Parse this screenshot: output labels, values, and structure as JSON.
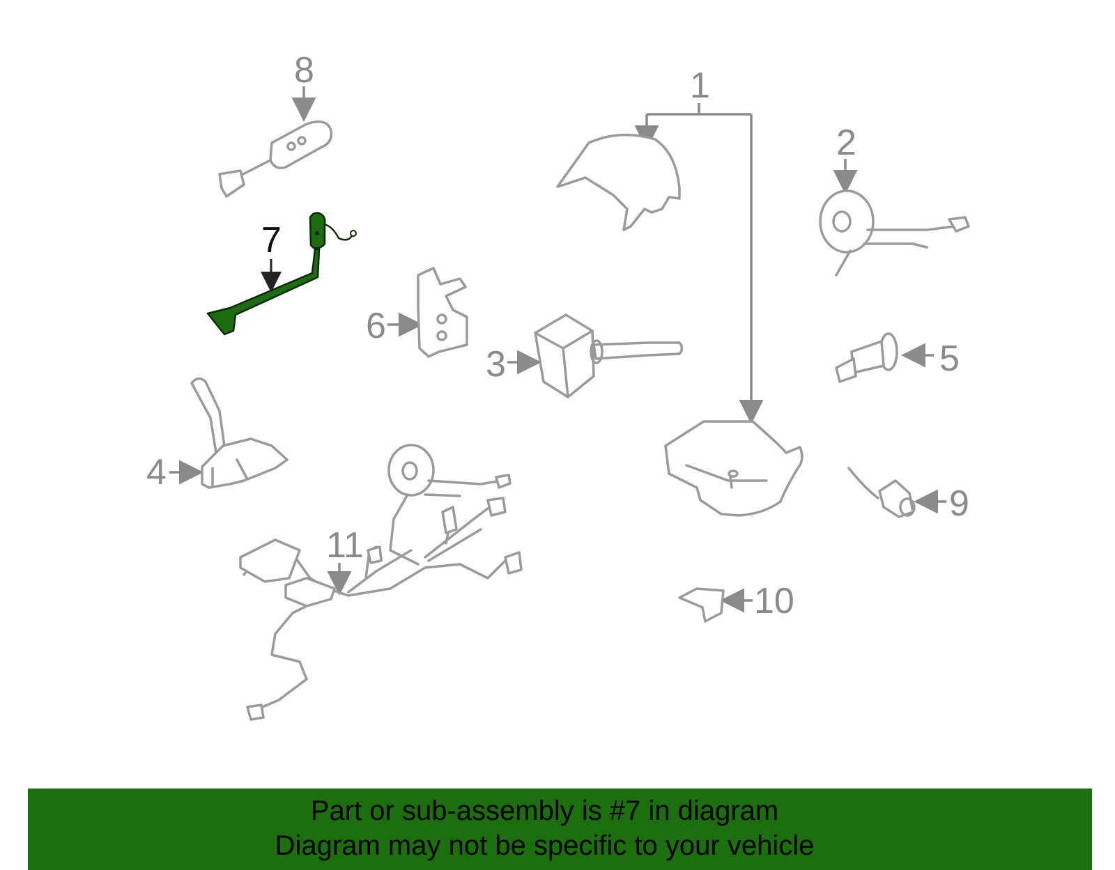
{
  "callouts": {
    "c1": "1",
    "c2": "2",
    "c3": "3",
    "c4": "4",
    "c5": "5",
    "c6": "6",
    "c7": "7",
    "c8": "8",
    "c9": "9",
    "c10": "10",
    "c11": "11"
  },
  "highlighted_part": "7",
  "colors": {
    "highlight": "#1f6b12",
    "banner": "#1d6e0f",
    "line": "#9a9a9a"
  },
  "banner": {
    "line1": "Part or sub-assembly is #7 in diagram",
    "line2": "Diagram may not be specific to your vehicle"
  }
}
